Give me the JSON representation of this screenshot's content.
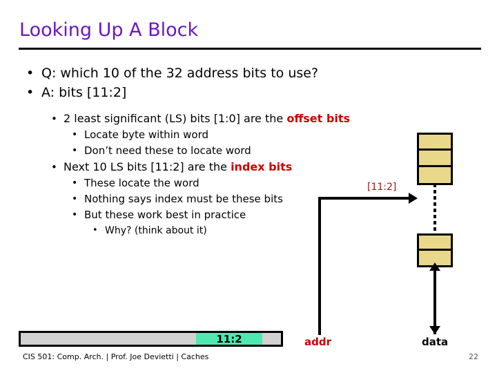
{
  "slide": {
    "title": "Looking Up A Block",
    "title_color": "#6A17C4",
    "accent_red": "#CC0000",
    "highlight_green": "#4FE9B0",
    "box_yellow": "#E9D889"
  },
  "bullets": {
    "b1": {
      "bullet": "•",
      "text": "Q: which 10 of the 32 address bits to use?"
    },
    "b2": {
      "bullet": "•",
      "text": "A: bits [11:2]"
    },
    "b3": {
      "bullet": "•",
      "text_before": "2 least significant (LS) bits [1:0] are the ",
      "highlight": "offset bits"
    },
    "b4": {
      "bullet": "•",
      "text": "Locate byte within word"
    },
    "b5": {
      "bullet": "•",
      "text": "Don’t need these to locate word"
    },
    "b6": {
      "bullet": "•",
      "text_before": "Next 10 LS bits [11:2] are the ",
      "highlight": "index bits"
    },
    "b7": {
      "bullet": "•",
      "text": "These locate the word"
    },
    "b8": {
      "bullet": "•",
      "text": "Nothing says index must be these bits"
    },
    "b9": {
      "bullet": "•",
      "text": "But these work best in practice"
    },
    "b10": {
      "bullet": "•",
      "text": "Why? (think about it)"
    }
  },
  "diagram": {
    "index_label": "[11:2]",
    "cache_top_cells": [
      "",
      "",
      ""
    ],
    "cache_bottom_cells": [
      "",
      ""
    ],
    "addr_label": "addr",
    "data_label": "data"
  },
  "address_bar": {
    "index_field_value": "11:2",
    "left_segment_value": "",
    "right_segment_value": ""
  },
  "footer": {
    "text": "CIS 501: Comp. Arch.  |  Prof. Joe Devietti  |  Caches",
    "page_number": "22"
  }
}
